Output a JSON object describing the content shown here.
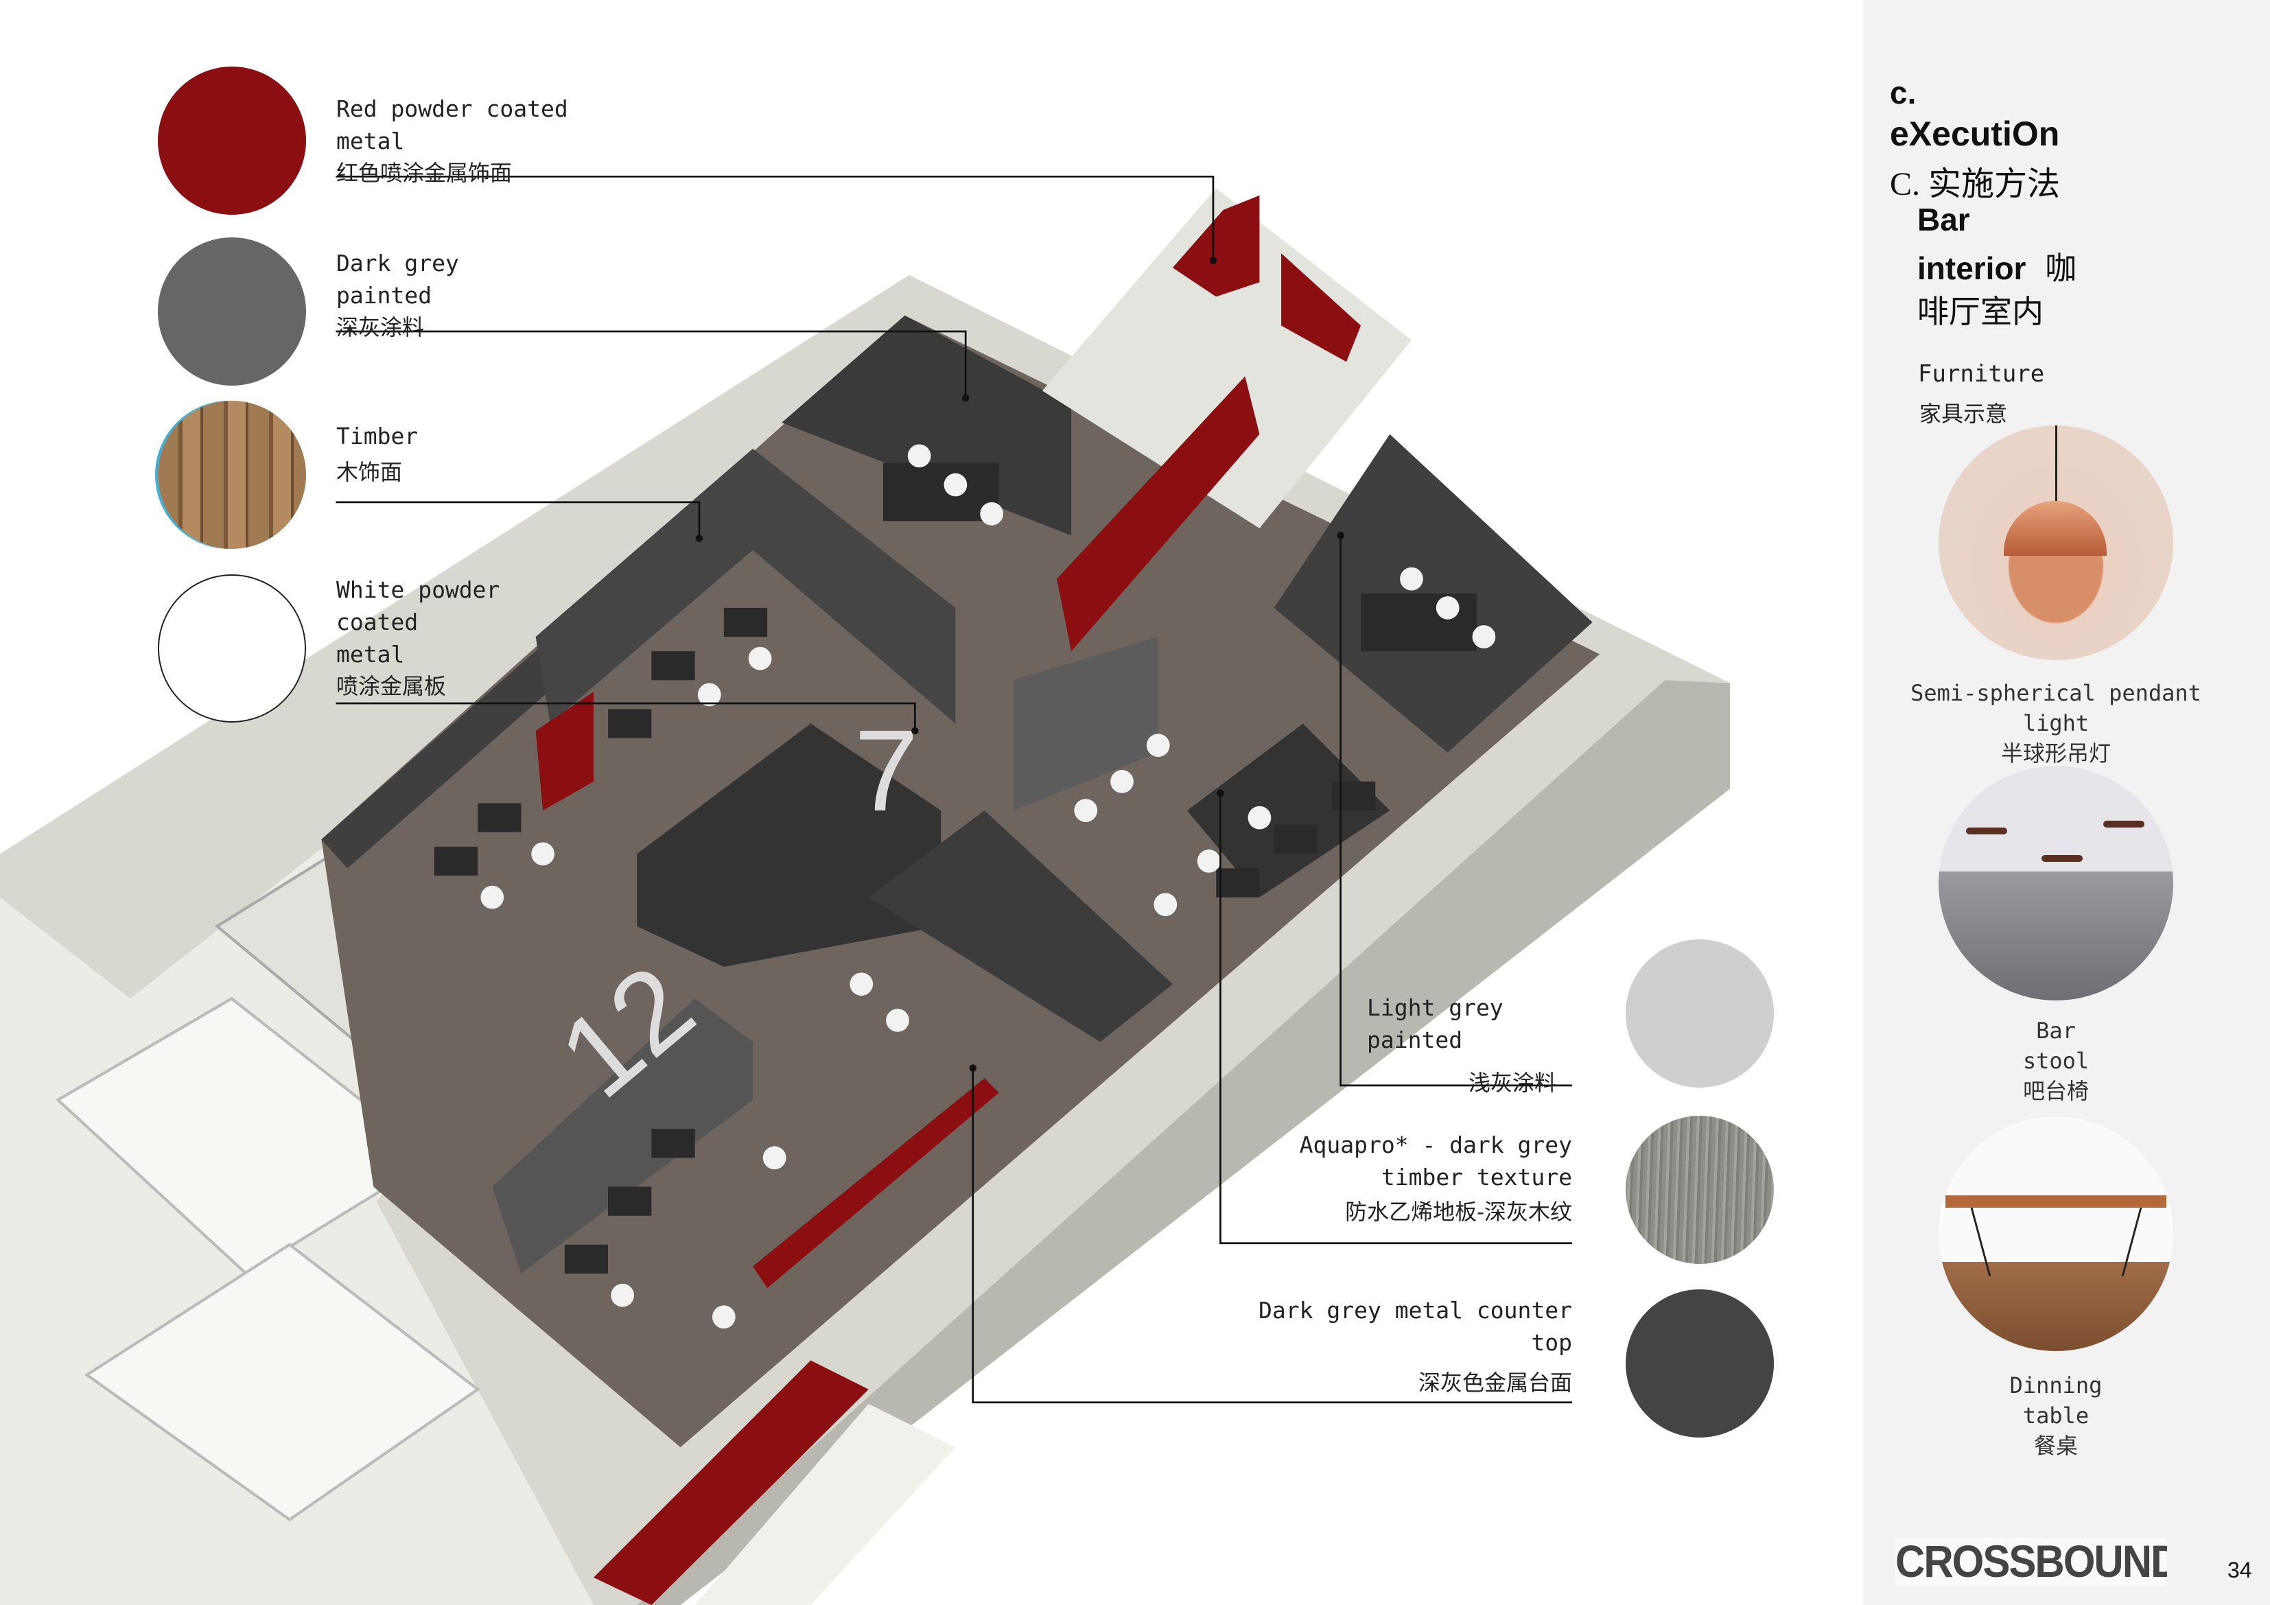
{
  "materials_left": [
    {
      "label": "Red powder coated metal",
      "line1": "Red powder coated",
      "line2": "metal",
      "zh": "红色喷涂金属饰面",
      "color": "#8b0e10"
    },
    {
      "label": "Dark grey painted",
      "line1": "Dark grey",
      "line2": "painted",
      "zh": "深灰涂料",
      "color": "#666666"
    },
    {
      "label": "Timber",
      "line1": "Timber",
      "zh": "木饰面",
      "color": "#8a6a48"
    },
    {
      "label": "White powder coated metal",
      "line1": "White powder",
      "line2": "coated",
      "line3": "metal",
      "zh": "喷涂金属板",
      "color": "#ffffff"
    }
  ],
  "materials_right": [
    {
      "line1": "Light grey",
      "line2": "painted",
      "zh": "浅灰涂料",
      "color": "#cfcfcf"
    },
    {
      "line1": "Aquapro* - dark grey",
      "line2": "timber texture",
      "zh": "防水乙烯地板-深灰木纹",
      "color": "#8e8e88"
    },
    {
      "line1": "Dark grey metal counter",
      "line2": "top",
      "zh": "深灰色金属台面",
      "color": "#444444"
    }
  ],
  "sidebar": {
    "section": "c.",
    "title_en": "eXecutiOn",
    "title_zh": "C. 实施方法",
    "sub_bar": "Bar",
    "sub_interior": "interior",
    "sub_zh1": "咖",
    "sub_zh2": "啡厅室内",
    "furniture_en": "Furniture",
    "furniture_zh": "家具示意",
    "items": [
      {
        "line1": "Semi-spherical pendant",
        "line2": "light",
        "zh": "半球形吊灯"
      },
      {
        "line1": "Bar",
        "line2": "stool",
        "zh": "吧台椅"
      },
      {
        "line1": "Dinning",
        "line2": "table",
        "zh": "餐桌"
      }
    ]
  },
  "footer": {
    "logo": "CROSSBOUNDARIES",
    "page_number": "34"
  }
}
